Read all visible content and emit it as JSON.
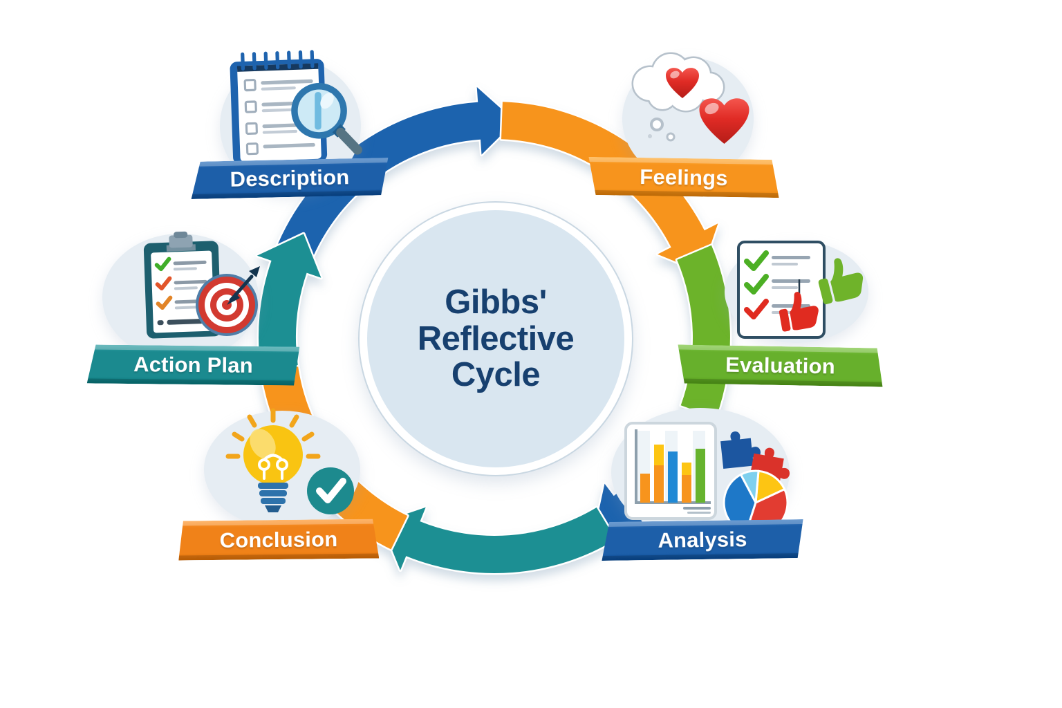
{
  "diagram_title": {
    "line1": "Gibbs'",
    "line2": "Reflective",
    "line3": "Cycle"
  },
  "stages": [
    {
      "id": "description",
      "label": "Description",
      "banner_color": "#1d5fa9",
      "icon": "notepad-magnifier-icon"
    },
    {
      "id": "feelings",
      "label": "Feelings",
      "banner_color": "#f7941d",
      "icon": "hearts-thought-icon"
    },
    {
      "id": "evaluation",
      "label": "Evaluation",
      "banner_color": "#67b02c",
      "icon": "checklist-thumbs-icon"
    },
    {
      "id": "analysis",
      "label": "Analysis",
      "banner_color": "#1d5fa9",
      "icon": "charts-puzzle-icon"
    },
    {
      "id": "conclusion",
      "label": "Conclusion",
      "banner_color": "#f08219",
      "icon": "lightbulb-check-icon"
    },
    {
      "id": "action_plan",
      "label": "Action Plan",
      "banner_color": "#1b8a8f",
      "icon": "clipboard-target-icon"
    }
  ],
  "cycle": {
    "direction": "clockwise",
    "segments": [
      {
        "color": "#1e63ae"
      },
      {
        "color": "#f7941d"
      },
      {
        "color": "#6cb32b"
      },
      {
        "color": "#1e63ae"
      },
      {
        "color": "#1d8f93"
      },
      {
        "color": "#f7941d"
      },
      {
        "color": "#1d8f93"
      }
    ]
  },
  "colors": {
    "center_fill": "#d9e6f0",
    "center_text": "#17406f",
    "blob_fill": "#e6edf3",
    "blue": "#1e63ae",
    "orange": "#f7941d",
    "green": "#6cb32b",
    "teal": "#1d8f93"
  }
}
